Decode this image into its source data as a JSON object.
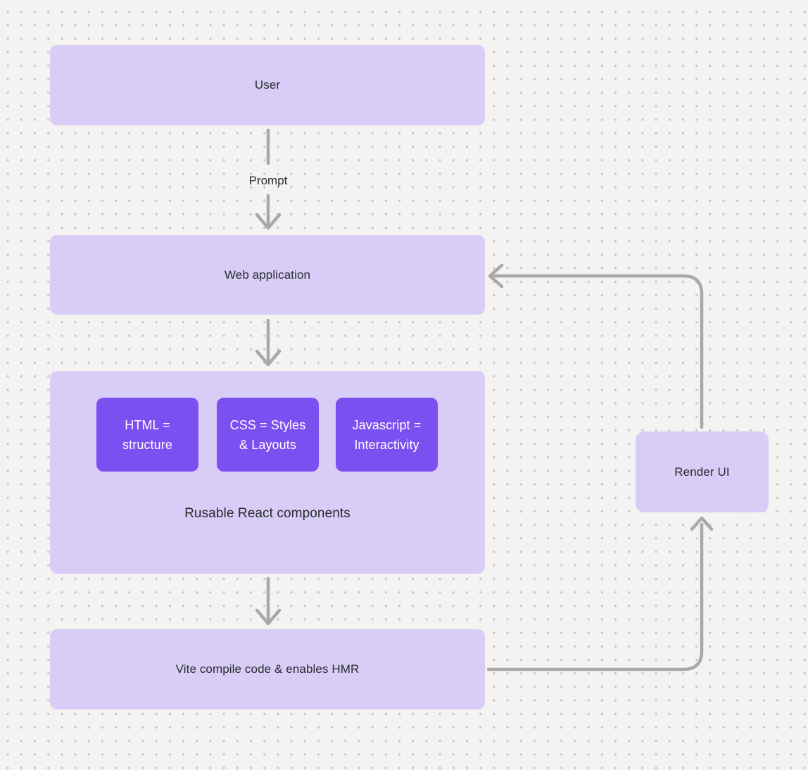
{
  "nodes": {
    "user": "User",
    "web_application": "Web application",
    "vite": "Vite compile code & enables HMR",
    "render_ui": "Render UI",
    "group_caption": "Rusable React components"
  },
  "components": [
    {
      "line1": "HTML =",
      "line2": "structure"
    },
    {
      "line1": "CSS = Styles",
      "line2": "& Layouts"
    },
    {
      "line1": "Javascript =",
      "line2": "Interactivity"
    }
  ],
  "edge_labels": {
    "prompt": "Prompt"
  },
  "colors": {
    "background": "#f4f3f1",
    "grid_dot": "#c9c7c5",
    "node_fill": "#d7cdf7",
    "component_fill": "#7c50f0",
    "arrow": "#a9a8a6",
    "text_dark": "#2b2a2f",
    "text_light": "#ffffff"
  }
}
